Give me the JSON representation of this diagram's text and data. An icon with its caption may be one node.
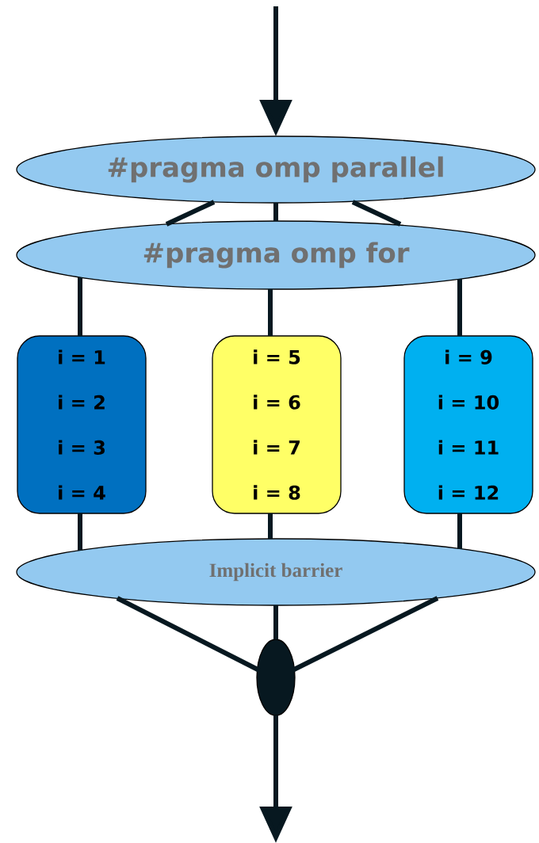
{
  "diagram": {
    "nodes": [
      {
        "text": [
          "#pragma omp parallel"
        ]
      },
      {
        "text": [
          "#pragma omp for"
        ]
      },
      {
        "text": [
          "i = 1",
          "i = 2",
          "i = 3",
          "i = 4"
        ]
      },
      {
        "text": [
          "i = 5",
          "i = 6",
          "i = 7",
          "i = 8"
        ]
      },
      {
        "text": [
          "i = 9",
          "i = 10",
          "i = 11",
          "i = 12"
        ]
      },
      {
        "text": [
          "Implicit barrier"
        ]
      },
      {
        "text": [],
        "shape": "ellipse"
      }
    ],
    "edges": [
      {
        "from": null,
        "to": 0,
        "arrow": "to"
      },
      {
        "from": 0,
        "to": 1,
        "arrow": "none"
      },
      {
        "from": 0,
        "to": 1,
        "arrow": "none"
      },
      {
        "from": 0,
        "to": 1,
        "arrow": "none"
      },
      {
        "from": 1,
        "to": 2,
        "arrow": "none"
      },
      {
        "from": 1,
        "to": 3,
        "arrow": "none"
      },
      {
        "from": 1,
        "to": 4,
        "arrow": "none"
      },
      {
        "from": 2,
        "to": 5,
        "arrow": "none"
      },
      {
        "from": 3,
        "to": 5,
        "arrow": "none"
      },
      {
        "from": 4,
        "to": 5,
        "arrow": "none"
      },
      {
        "from": 5,
        "to": 6,
        "arrow": "none"
      },
      {
        "from": 5,
        "to": 6,
        "arrow": "none"
      },
      {
        "from": 5,
        "to": 6,
        "arrow": "none"
      },
      {
        "from": 6,
        "to": null,
        "arrow": "to"
      }
    ]
  }
}
